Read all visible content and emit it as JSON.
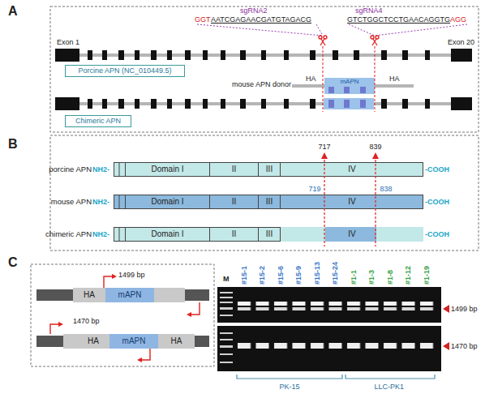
{
  "diagram": {
    "nodes": [
      {
        "text": [
          "Porcine APN (NC_010449.5)"
        ]
      },
      {
        "text": [
          "mAPN"
        ]
      },
      {
        "text": [
          "Chimeric APN"
        ]
      },
      {
        "text": [
          "porcine APN"
        ]
      },
      {
        "text": [
          "Domain I"
        ],
        "in": 3
      },
      {
        "text": [
          "II"
        ],
        "in": 3
      },
      {
        "text": [
          "III"
        ],
        "in": 3
      },
      {
        "text": [
          "IV"
        ],
        "in": 3
      },
      {
        "text": [
          "mouse APN"
        ]
      },
      {
        "text": [
          "Domain I"
        ],
        "in": 8
      },
      {
        "text": [
          "II"
        ],
        "in": 8
      },
      {
        "text": [
          "III"
        ],
        "in": 8
      },
      {
        "text": [
          "IV"
        ],
        "in": 8
      },
      {
        "text": [
          "chimeric APN"
        ]
      },
      {
        "text": [
          "Domain I"
        ],
        "in": 13
      },
      {
        "text": [
          "II"
        ],
        "in": 13
      },
      {
        "text": [
          "III"
        ],
        "in": 13
      },
      {
        "text": [
          "IV"
        ],
        "in": 13
      },
      {
        "text": [
          "HA"
        ]
      },
      {
        "text": [
          "mAPN"
        ]
      },
      {
        "text": [
          "HA"
        ]
      },
      {
        "text": [
          "mAPN"
        ]
      },
      {
        "text": [
          "HA"
        ]
      }
    ],
    "labels": [
      "A",
      "sgRNA2",
      "GGT",
      "AATCGAGAACGATGTAGACG",
      "sgRNA4",
      "GTCTGGCTCCTGAACAGGTG",
      "AGG",
      "Exon 1",
      "Exon 20",
      "mouse APN donor",
      "HA",
      "HA",
      "B",
      "717",
      "839",
      "NH2-",
      "-COOH",
      "719",
      "838",
      "NH2-",
      "-COOH",
      "NH2-",
      "-COOH",
      "C",
      "1499 bp",
      "1470 bp",
      "M",
      "#15-1",
      "#15-2",
      "#15-6",
      "#15-9",
      "#15-13",
      "#15-24",
      "#1-1",
      "#1-3",
      "#1-8",
      "#1-12",
      "#1-19",
      "1499 bp",
      "1470 bp",
      "PK-15",
      "LLC-PK1"
    ]
  }
}
